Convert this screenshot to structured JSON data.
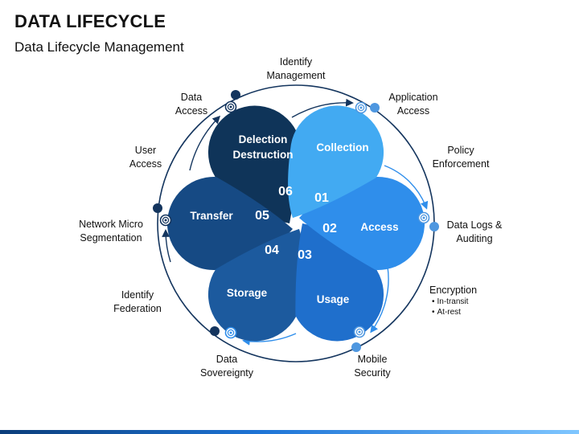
{
  "header": {
    "title": "DATA LIFECYCLE",
    "subtitle": "Data Lifecycle Management"
  },
  "colors": {
    "collection": "#42AAF2",
    "access": "#2F8EEB",
    "usage": "#1F6FCC",
    "storage": "#1C5A9E",
    "transfer": "#164A84",
    "destruction": "#0F3459",
    "ring": "#14355E",
    "badge": "#4E97E0"
  },
  "petals": [
    {
      "label": "Collection",
      "number": "01"
    },
    {
      "label": "Access",
      "number": "02"
    },
    {
      "label": "Usage",
      "number": "03"
    },
    {
      "label": "Storage",
      "number": "04"
    },
    {
      "label": "Transfer",
      "number": "05"
    },
    {
      "label": "Delection\nDestruction",
      "number": "06"
    }
  ],
  "ring_labels": {
    "identify_management": "Identify\nManagement",
    "application_access": "Application\nAccess",
    "policy_enforcement": "Policy\nEnforcement",
    "data_logs_auditing": "Data Logs &\nAuditing",
    "mobile_security": "Mobile\nSecurity",
    "data_sovereignty": "Data\nSovereignty",
    "identify_federation": "Identify\nFederation",
    "network_micro_segmentation": "Network Micro\nSegmentation",
    "user_access": "User\nAccess",
    "data_access": "Data\nAccess"
  },
  "encryption": {
    "title": "Encryption",
    "items": [
      "In-transit",
      "At-rest"
    ]
  }
}
